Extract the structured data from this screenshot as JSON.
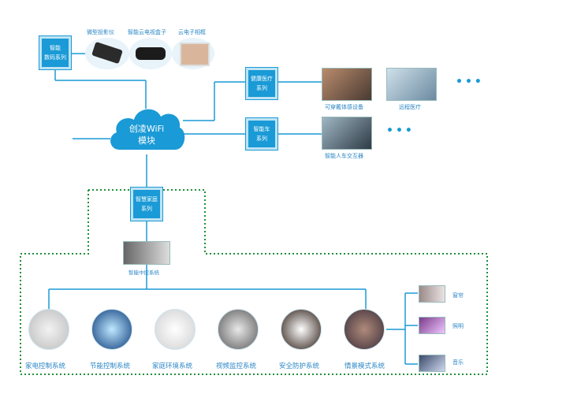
{
  "top_devices": {
    "projector": "微型投影仪",
    "tvbox": "智能云电视盒子",
    "frame": "云电子相框"
  },
  "digital_box": {
    "line1": "智能",
    "line2": "数码系列"
  },
  "health_box": {
    "line1": "健康医疗",
    "line2": "系列"
  },
  "car_box": {
    "line1": "智能车",
    "line2": "系列"
  },
  "home_box": {
    "line1": "智慧家庭",
    "line2": "系列"
  },
  "cloud": {
    "line1": "创凌WiFi",
    "line2": "模块"
  },
  "health_items": {
    "wearable": "可穿戴体感设备",
    "remote": "远程医疗"
  },
  "car_items": {
    "interaction": "智能人车交互器"
  },
  "dots": "•••",
  "central_control": "智能中控系统",
  "systems": [
    "家电控制系统",
    "节能控制系统",
    "家庭环境系统",
    "视频监控系统",
    "安全防护系统",
    "情景模式系统"
  ],
  "scene_items": [
    "窗帘",
    "照明",
    "音乐"
  ],
  "colors": {
    "accent": "#1a9ad6",
    "dotted": "#1f8f3a",
    "text": "#2a86c5"
  }
}
